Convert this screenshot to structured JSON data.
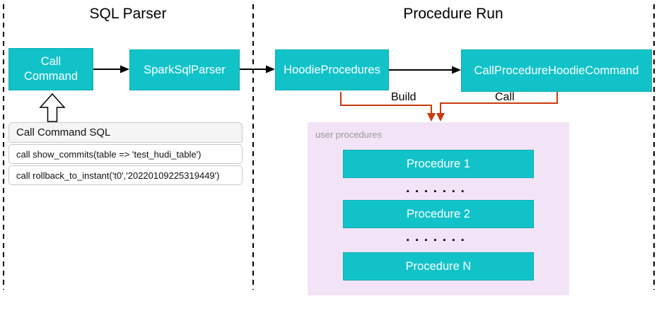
{
  "sections": {
    "sql_parser": {
      "title": "SQL Parser"
    },
    "procedure_run": {
      "title": "Procedure Run"
    }
  },
  "nodes": {
    "call_command": "Call Command",
    "spark_sql_parser": "SparkSqlParser",
    "hoodie_procedures": "HoodieProcedures",
    "call_procedure_hoodie_command": "CallProcedureHoodieCommand"
  },
  "edges": {
    "build_label": "Build",
    "call_label": "Call"
  },
  "sql_panel": {
    "header": "Call Command SQL",
    "rows": [
      "call show_commits(table => 'test_hudi_table')",
      "call rollback_to_instant('t0','20220109225319449')"
    ]
  },
  "user_procedures": {
    "label": "user procedures",
    "items": [
      "Procedure 1",
      "Procedure 2",
      "Procedure N"
    ],
    "separator_dots": "▪▪▪▪▪▪▪"
  },
  "colors": {
    "node_teal": "#11c3c9",
    "connector_orange": "#cb3a0e",
    "connector_black": "#000000",
    "user_procedures_bg": "#f2e3f6",
    "panel_header_bg": "#f5f5f5"
  }
}
